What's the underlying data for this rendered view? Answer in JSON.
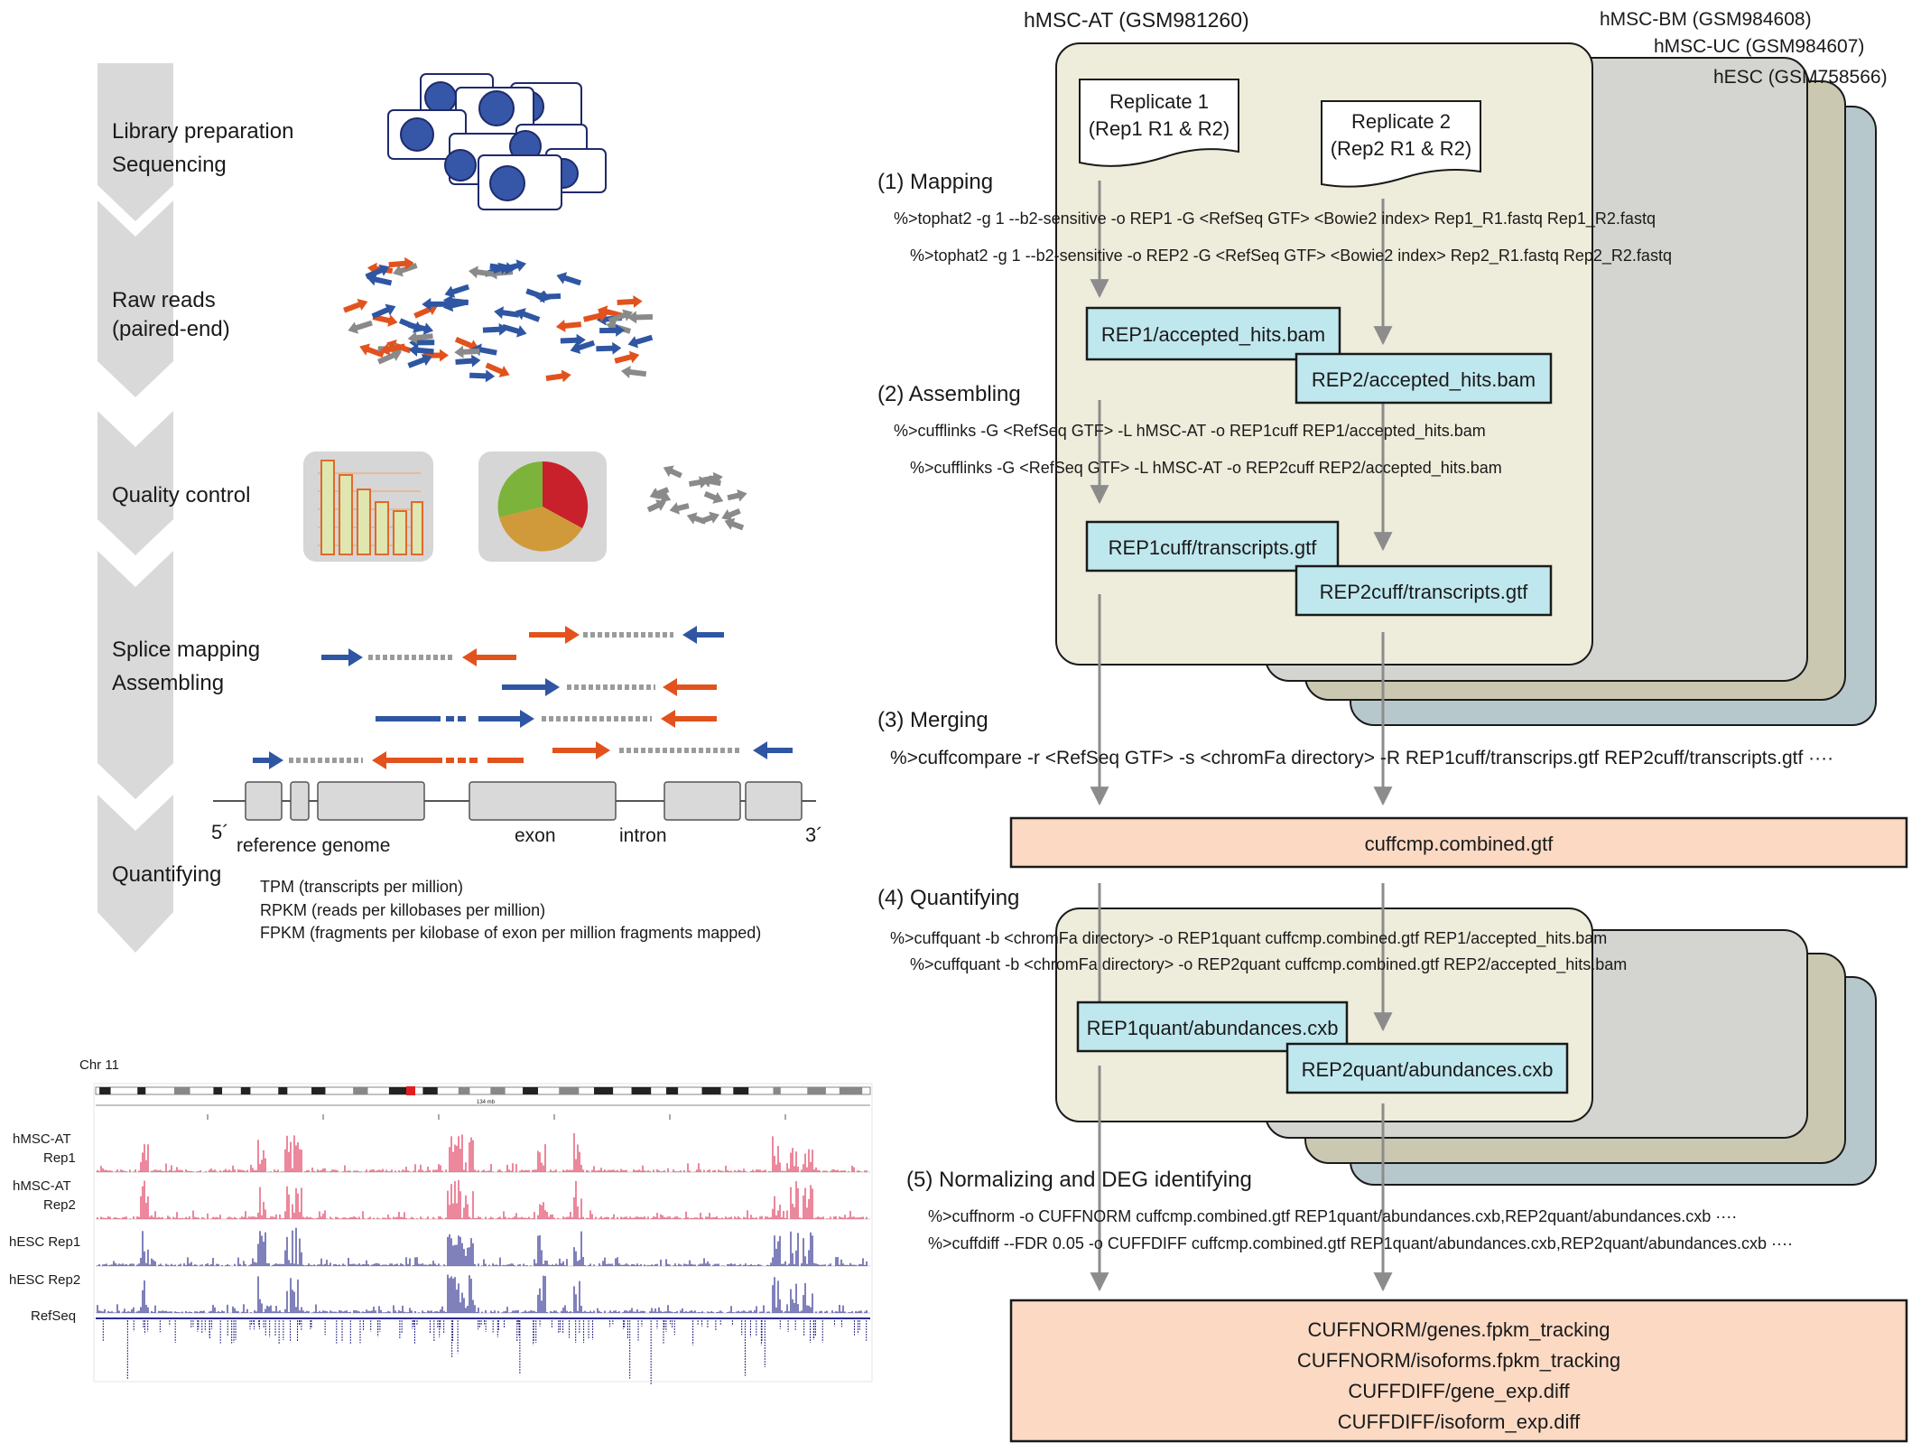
{
  "pipeline_steps": [
    {
      "lines": [
        "Library preparation",
        "Sequencing"
      ]
    },
    {
      "lines": [
        "Raw reads",
        "(paired-end)"
      ]
    },
    {
      "lines": [
        "Quality control"
      ]
    },
    {
      "lines": [
        "Splice mapping",
        "Assembling"
      ]
    },
    {
      "lines": [
        "Quantifying"
      ]
    }
  ],
  "genome": {
    "prime5": "5´",
    "reference_label": "reference genome",
    "exon_label": "exon",
    "intron_label": "intron",
    "prime3": "3´"
  },
  "quant_units": [
    "TPM (transcripts per million)",
    "RPKM (reads per killobases per million)",
    "FPKM (fragments per kilobase of exon per million fragments mapped)"
  ],
  "igv": {
    "chromosome": "Chr 11",
    "track_labels": [
      {
        "lines": [
          "hMSC-AT",
          "Rep1"
        ]
      },
      {
        "lines": [
          "hMSC-AT",
          "Rep2"
        ]
      },
      {
        "lines": [
          "hESC Rep1"
        ]
      },
      {
        "lines": [
          "hESC Rep2"
        ]
      },
      {
        "lines": [
          "RefSeq"
        ]
      }
    ],
    "scale_label": "134 mb"
  },
  "samples": {
    "primary": "hMSC-AT (GSM981260)",
    "others": [
      {
        "label": "hMSC-BM (GSM984608)",
        "color": "#8f8f6a"
      },
      {
        "label": "hMSC-UC (GSM984607)",
        "color": "#7d7d7d"
      },
      {
        "label": "hESC (GSM758566)",
        "color": "#7f98a6"
      }
    ]
  },
  "replicates": [
    {
      "lines": [
        "Replicate 1",
        "(Rep1 R1 & R2)"
      ]
    },
    {
      "lines": [
        "Replicate 2",
        "(Rep2 R1 & R2)"
      ]
    }
  ],
  "steps": [
    {
      "title": "(1) Mapping",
      "commands": [
        "%>tophat2 -g 1 --b2-sensitive -o REP1  -G <RefSeq GTF>  <Bowie2 index> Rep1_R1.fastq Rep1_R2.fastq",
        "%>tophat2 -g 1 --b2-sensitive -o REP2  -G <RefSeq GTF>  <Bowie2 index> Rep2_R1.fastq Rep2_R2.fastq"
      ],
      "outputs": [
        "REP1/accepted_hits.bam",
        "REP2/accepted_hits.bam"
      ]
    },
    {
      "title": "(2) Assembling",
      "commands": [
        "%>cufflinks -G <RefSeq GTF> -L hMSC-AT -o REP1cuff REP1/accepted_hits.bam",
        "%>cufflinks -G <RefSeq GTF> -L hMSC-AT -o REP2cuff REP2/accepted_hits.bam"
      ],
      "outputs": [
        "REP1cuff/transcripts.gtf",
        "REP2cuff/transcripts.gtf"
      ]
    },
    {
      "title": "(3) Merging",
      "commands": [
        "%>cuffcompare -r <RefSeq GTF> -s <chromFa directory> -R REP1cuff/transcrips.gtf  REP2cuff/transcripts.gtf ····"
      ],
      "outputs": [
        "cuffcmp.combined.gtf"
      ]
    },
    {
      "title": "(4) Quantifying",
      "commands": [
        "%>cuffquant -b <chromFa directory> -o REP1quant cuffcmp.combined.gtf REP1/accepted_hits.bam",
        "%>cuffquant -b <chromFa directory> -o REP2quant cuffcmp.combined.gtf REP2/accepted_hits.bam"
      ],
      "outputs": [
        "REP1quant/abundances.cxb",
        "REP2quant/abundances.cxb"
      ]
    },
    {
      "title": "(5) Normalizing and DEG identifying",
      "commands": [
        "%>cuffnorm -o CUFFNORM cuffcmp.combined.gtf  REP1quant/abundances.cxb,REP2quant/abundances.cxb ····",
        "%>cuffdiff --FDR 0.05 -o CUFFDIFF cuffcmp.combined.gtf  REP1quant/abundances.cxb,REP2quant/abundances.cxb ····"
      ],
      "outputs": [
        "CUFFNORM/genes.fpkm_tracking",
        "CUFFNORM/isoforms.fpkm_tracking",
        "CUFFDIFF/gene_exp.diff",
        "CUFFDIFF/isoform_exp.diff"
      ]
    }
  ],
  "colors": {
    "card_primary": "#eeecda",
    "card_bm": "#cbc8b2",
    "card_uc": "#d4d4d1",
    "card_esc": "#b7c8cd",
    "output_box": "#bfe7ee",
    "merge_box": "#fbd9c3",
    "arrow": "#8c8c8c",
    "blue_read": "#2f56a3",
    "orange_read": "#e2521d",
    "chevron": "#d9d9d9",
    "track_red": "#e0375a",
    "track_blue": "#2b2b8e"
  }
}
